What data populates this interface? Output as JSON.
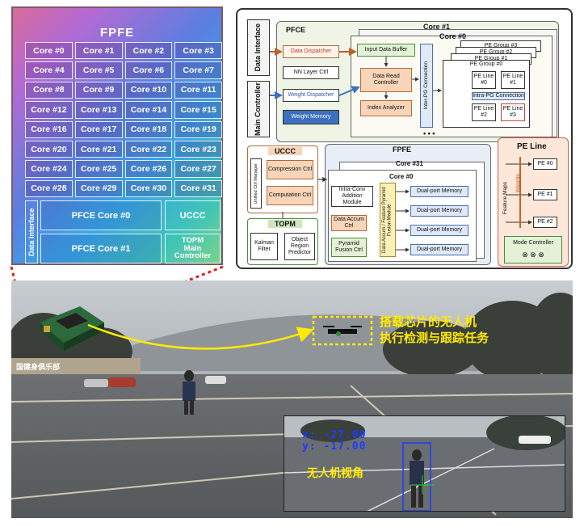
{
  "die": {
    "title": "FPFE",
    "cores": [
      "Core #0",
      "Core #1",
      "Core #2",
      "Core #3",
      "Core #4",
      "Core #5",
      "Core #6",
      "Core #7",
      "Core #8",
      "Core #9",
      "Core #10",
      "Core #11",
      "Core #12",
      "Core #13",
      "Core #14",
      "Core #15",
      "Core #16",
      "Core #17",
      "Core #18",
      "Core #19",
      "Core #20",
      "Core #21",
      "Core #22",
      "Core #23",
      "Core #24",
      "Core #25",
      "Core #26",
      "Core #27",
      "Core #28",
      "Core #29",
      "Core #30",
      "Core #31"
    ],
    "data_interface": "Data Interface",
    "pfce0": "PFCE Core #0",
    "pfce1": "PFCE Core #1",
    "uccc": "UCCC",
    "topm_line1": "TOPM",
    "topm_line2": "Main",
    "topm_line3": "Controller"
  },
  "arch": {
    "data_interface": "Data Interface",
    "main_controller": "Main Controller",
    "pfce": "PFCE",
    "core1": "Core #1",
    "core0": "Core #0",
    "data_dispatcher": "Data Dispatcher",
    "nn_layer_ctrl": "NN Layer Ctrl",
    "weight_dispatcher": "Weight Dispatcher",
    "weight_memory": "Weight Memory",
    "input_data_buffer": "Input Data Buffer",
    "data_read_controller": "Data Read Controller",
    "index_analyzer": "Index Analyzer",
    "inter_pg": "Inter-PG Connection",
    "pe_group3": "PE Group #3",
    "pe_group2": "PE Group #2",
    "pe_group1": "PE Group #1",
    "pe_group0": "PE Group #0",
    "pe_line0": "PE Line #0",
    "pe_line1": "PE Line #1",
    "pe_line2": "PE Line #2",
    "pe_line3": "PE Line #3",
    "intra_pg": "Intra-PG Connection",
    "dots": "• • •",
    "uccc": "UCCC",
    "unified_ctrl": "Unified Ctrl Manager",
    "compression_ctrl": "Compression Ctrl",
    "computation_ctrl": "Computation Ctrl",
    "topm": "TOPM",
    "kalman": "Kalman Filter",
    "object_region": "Object Region Predictor",
    "fpfe": "FPFE",
    "core31": "Core #31",
    "fpfe_core0": "Core #0",
    "intra_conv": "Intra-Conv Addition Module",
    "data_accum_ctrl": "Data Accum Ctrl",
    "pyramid_fusion_ctrl": "Pyramid Fusion Ctrl",
    "fusion_module": "Data Accum / Feature Pyramid Fusion Module",
    "dual_port": [
      "Dual-port Memory",
      "Dual-port Memory",
      "Dual-port Memory",
      "Dual-port Memory"
    ],
    "pe_line_title": "PE Line",
    "weights": "Weights",
    "feature_maps": "Feature Maps",
    "pe0": "PE #0",
    "pe1": "PE #1",
    "pe2": "PE #2",
    "mode_controller": "Mode Controller",
    "mode_symbols": "⊗   ⊗   ⊗"
  },
  "photo": {
    "sign": "国健身俱乐部",
    "caption_line1": "搭载芯片的无人机",
    "caption_line2": "执行检测与跟踪任务",
    "x_readout": "x: -27.00",
    "y_readout": "y: -17.00",
    "inset_label": "无人机视角"
  }
}
